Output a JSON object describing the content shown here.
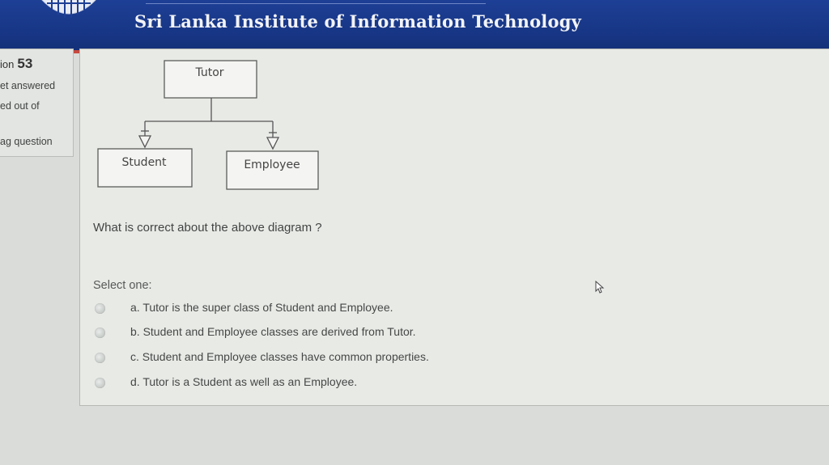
{
  "header": {
    "institute_name": "Sri Lanka Institute of Information Technology"
  },
  "info_panel": {
    "question_label": "ion",
    "question_number": "53",
    "status": "et answered",
    "marks": "ed out of",
    "flag": "ag question"
  },
  "diagram": {
    "top_box": "Tutor",
    "left_box": "Student",
    "right_box": "Employee"
  },
  "question": {
    "text": "What is correct about the above diagram ?",
    "select_label": "Select one:",
    "options": [
      "a. Tutor is the super class of Student and Employee.",
      "b. Student and Employee classes are derived from Tutor.",
      "c. Student and Employee classes have common properties.",
      "d. Tutor is a Student as well as an Employee."
    ]
  }
}
